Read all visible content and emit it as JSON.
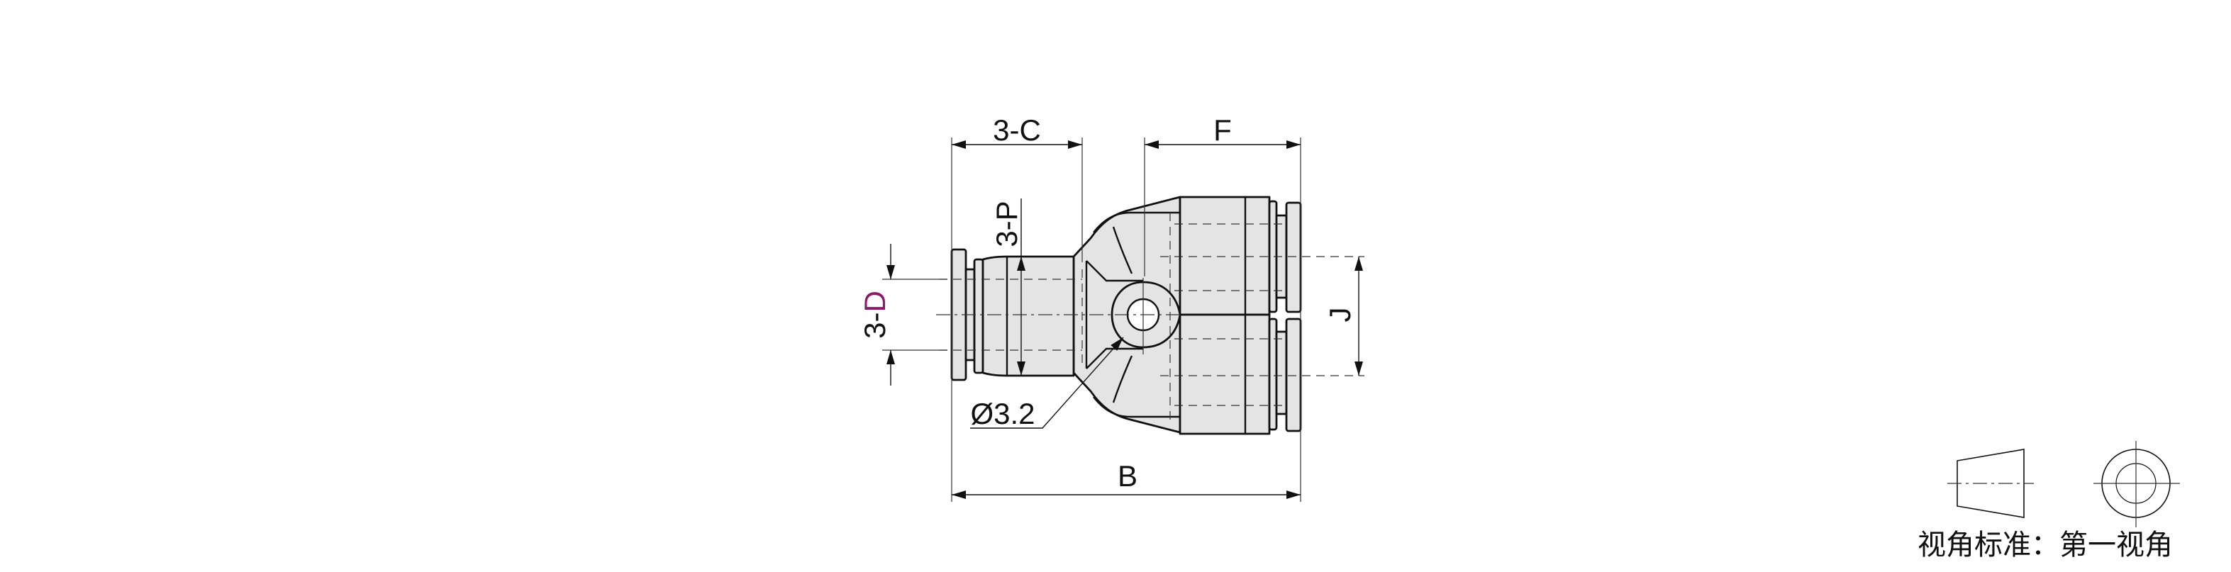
{
  "drawing": {
    "dimensions": {
      "c": "3-C",
      "f": "F",
      "b": "B",
      "p": "3-P",
      "d_prefix": "3-",
      "d_letter": "D",
      "j": "J",
      "hole": "Ø3.2"
    },
    "colors": {
      "highlight": "#8b1a6b",
      "part_fill": "#e4e4e4"
    }
  },
  "legend": {
    "caption": "视角标准：第一视角"
  }
}
